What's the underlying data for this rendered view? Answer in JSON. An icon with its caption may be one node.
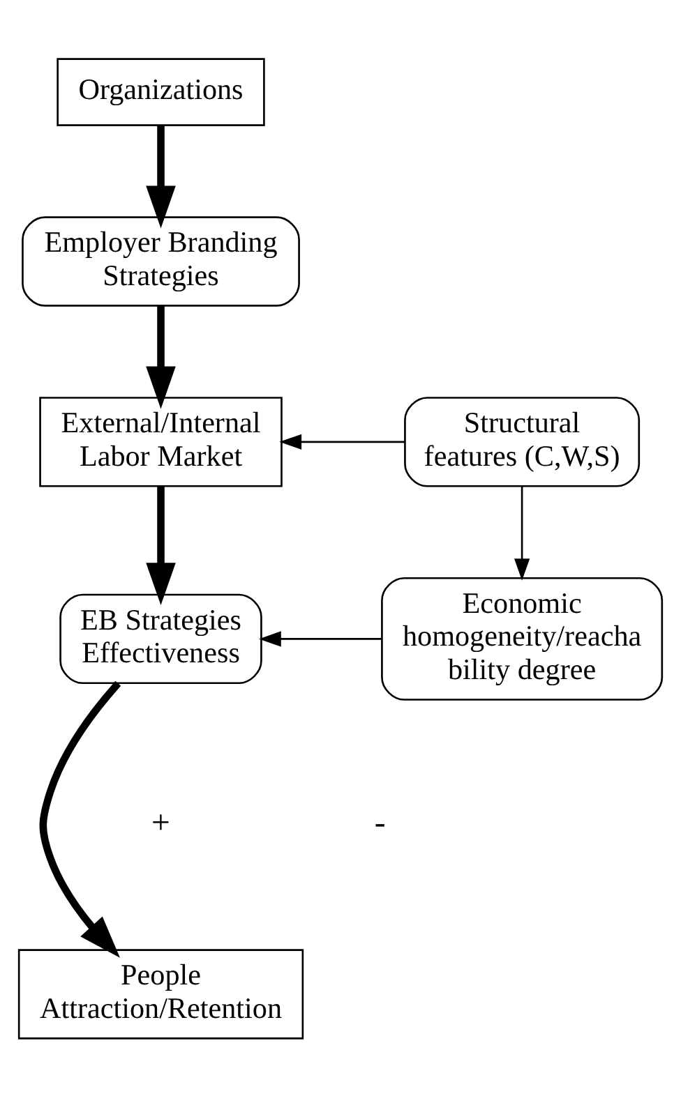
{
  "diagram": {
    "nodes": [
      {
        "text": [
          "Organizations"
        ]
      },
      {
        "text": [
          "Employer Branding Strategies"
        ]
      },
      {
        "text": [
          "External/Internal Labor Market"
        ]
      },
      {
        "text": [
          "Structural features (C,W,S)"
        ]
      },
      {
        "text": [
          "EB Strategies Effectiveness"
        ]
      },
      {
        "text": [
          "Economic homogeneity/reacha bility degree"
        ]
      },
      {
        "text": [
          "People Attraction/Retention"
        ]
      }
    ],
    "edges": [
      {
        "from": 0,
        "to": 1,
        "arrow": "to"
      },
      {
        "from": 1,
        "to": 2,
        "arrow": "to"
      },
      {
        "from": 3,
        "to": 2,
        "arrow": "to"
      },
      {
        "from": 2,
        "to": 4,
        "arrow": "to"
      },
      {
        "from": 3,
        "to": 5,
        "arrow": "to"
      },
      {
        "from": 5,
        "to": 4,
        "arrow": "to"
      },
      {
        "from": 4,
        "to": 6,
        "arrow": "to"
      }
    ],
    "labels": [
      "+",
      "-"
    ]
  }
}
